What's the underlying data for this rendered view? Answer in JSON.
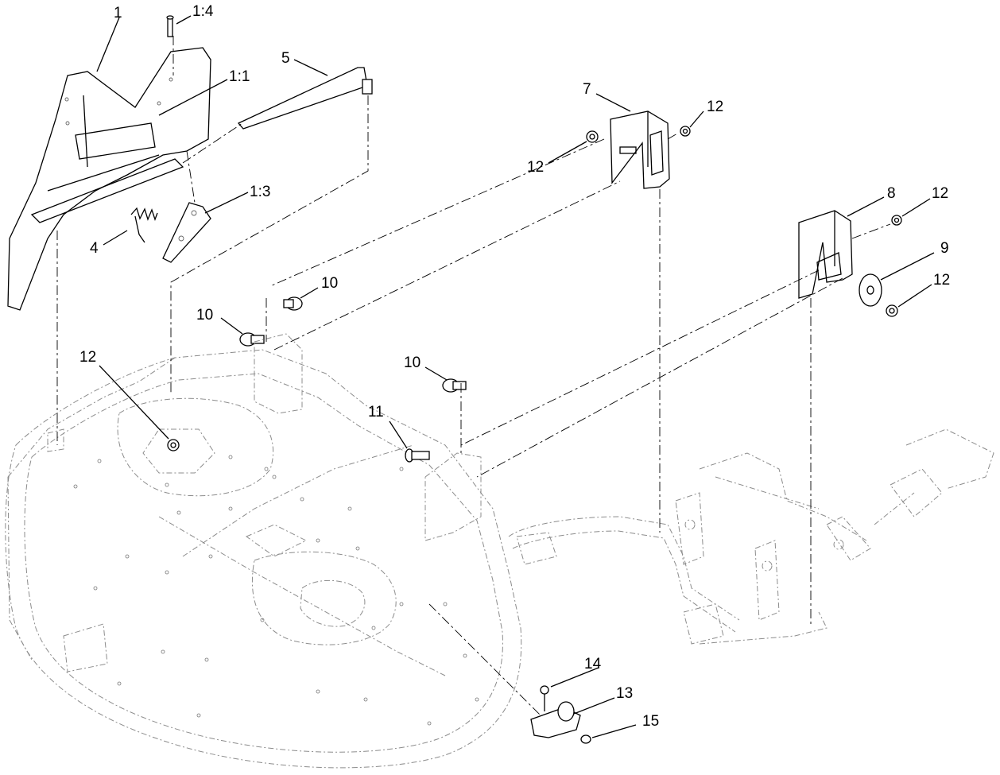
{
  "callouts": {
    "c1": "1",
    "c1_4": "1:4",
    "c1_1": "1:1",
    "c5": "5",
    "c1_3": "1:3",
    "c4": "4",
    "c7": "7",
    "c12a": "12",
    "c12b": "12",
    "c8": "8",
    "c12c": "12",
    "c9": "9",
    "c12d": "12",
    "c10a": "10",
    "c10b": "10",
    "c10c": "10",
    "c12e": "12",
    "c11": "11",
    "c14": "14",
    "c13": "13",
    "c15": "15"
  }
}
